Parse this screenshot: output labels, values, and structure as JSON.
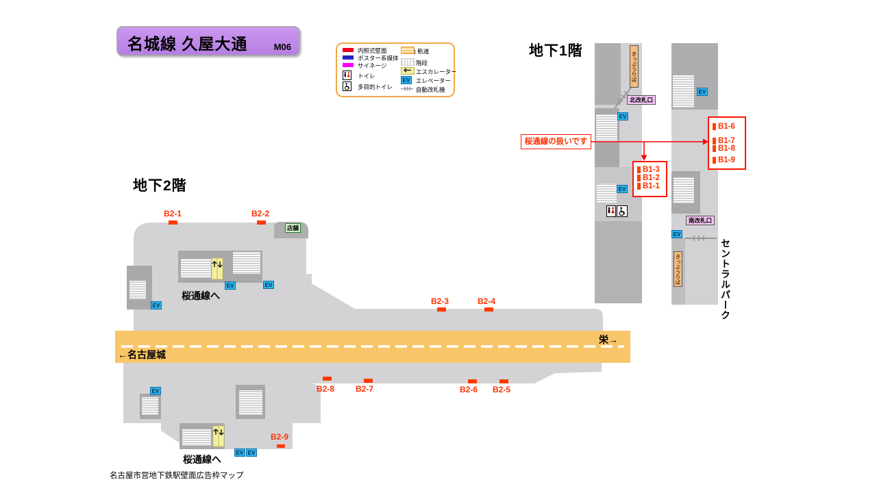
{
  "title": {
    "name": "名城線 久屋大通",
    "code": "M06"
  },
  "headings": {
    "b1": "地下1階",
    "b2": "地下2階"
  },
  "legend": {
    "left": [
      {
        "label": "内照式壁面"
      },
      {
        "label": "ポスター系媒体"
      },
      {
        "label": "サイネージ"
      },
      {
        "label": "トイレ"
      },
      {
        "label": "多目的トイレ"
      }
    ],
    "right": [
      {
        "label": ") 軌道"
      },
      {
        "label": "階段"
      },
      {
        "label": "エスカレーター"
      },
      {
        "label": "エレベーター"
      },
      {
        "label": "自動改札機"
      }
    ]
  },
  "ev": "EV",
  "annotation": "桜通線の扱いです",
  "b1": {
    "group_a": [
      "B1-3",
      "B1-2",
      "B1-1"
    ],
    "group_b": [
      "B1-6",
      "B1-7",
      "B1-8",
      "B1-9"
    ],
    "north_gate": "北改札口",
    "south_gate": "南改札口",
    "ticket_office_north": "きっぷうりば",
    "ticket_office_south": "きっぷうりば",
    "central_park": "セントラルパーク"
  },
  "b2": {
    "spots": [
      "B2-1",
      "B2-2",
      "B2-3",
      "B2-4",
      "B2-5",
      "B2-6",
      "B2-7",
      "B2-8",
      "B2-9"
    ],
    "shop": "店舗",
    "to_sakura_line_upper": "桜通線へ",
    "to_sakura_line_lower": "桜通線へ",
    "to_nagoya_castle": "←名古屋城",
    "to_sakae": "栄→"
  },
  "footer": "名古屋市営地下鉄駅壁面広告枠マップ",
  "colors": {
    "lit_wall_red": "#e8001c",
    "poster_blue": "#2424c8",
    "signage_magenta": "#ff00ff",
    "track_orange": "#f8c569",
    "ev_blue": "#2db4ea",
    "spot_red": "#ff3a00",
    "title_purple": "#c18ce8"
  }
}
